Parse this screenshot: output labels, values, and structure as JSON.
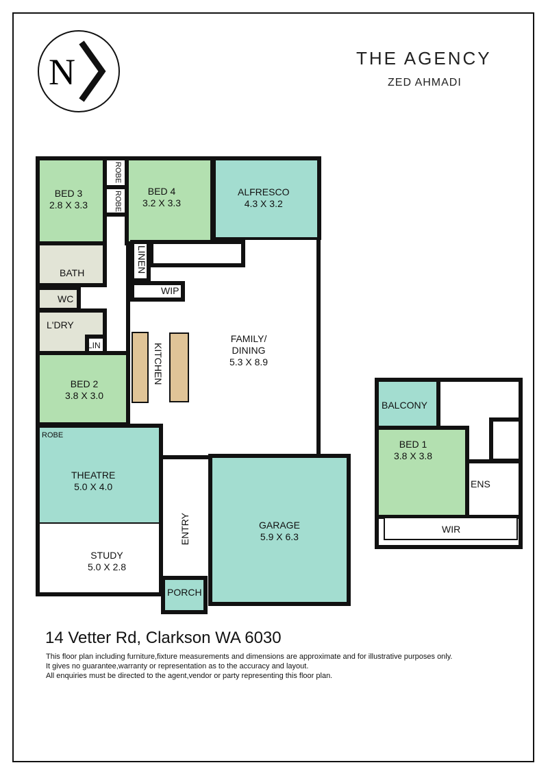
{
  "brand": {
    "name": "THE AGENCY",
    "agent": "ZED AHMADI",
    "compass": "N"
  },
  "rooms": {
    "bed3": {
      "name": "BED 3",
      "size": "2.8 X 3.3"
    },
    "robe1": "ROBE",
    "robe2": "ROBE",
    "bed4": {
      "name": "BED 4",
      "size": "3.2 X 3.3"
    },
    "alfresco": {
      "name": "ALFRESCO",
      "size": "4.3 X 3.2"
    },
    "bath": "BATH",
    "linen": "LINEN",
    "wip": "WIP",
    "wc": "WC",
    "laundry": "L'DRY",
    "lin": "LIN",
    "kitchen": "KITCHEN",
    "family": {
      "name": "FAMILY/",
      "name2": "DINING",
      "size": "5.3 X 8.9"
    },
    "bed2": {
      "name": "BED 2",
      "size": "3.8 X 3.0"
    },
    "robe3": "ROBE",
    "theatre": {
      "name": "THEATRE",
      "size": "5.0 X 4.0"
    },
    "entry": "ENTRY",
    "study": {
      "name": "STUDY",
      "size": "5.0 X 2.8"
    },
    "porch": "PORCH",
    "garage": {
      "name": "GARAGE",
      "size": "5.9 X 6.3"
    },
    "balcony": "BALCONY",
    "bed1": {
      "name": "BED 1",
      "size": "3.8 X 3.8"
    },
    "ens": "ENS",
    "wir": "WIR"
  },
  "address": "14 Vetter Rd, Clarkson WA 6030",
  "disclaimer": [
    "This floor plan including furniture,fixture measurements and dimensions are approximate and for illustrative purposes only.",
    "It gives no guarantee,warranty or representation as to the accuracy and layout.",
    "All enquiries must be directed to the agent,vendor or party representing this floor plan."
  ]
}
